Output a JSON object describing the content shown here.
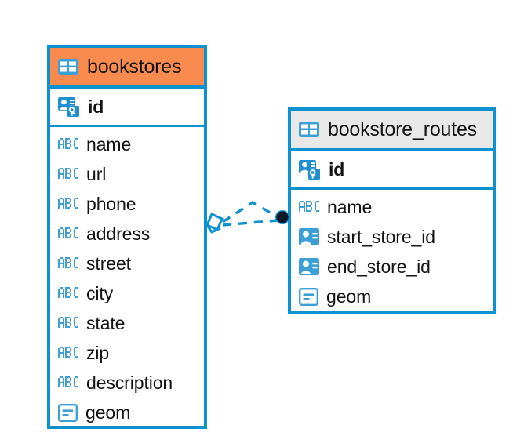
{
  "diagram": {
    "type": "entity-relationship-diagram",
    "colors": {
      "border": "#0d91d1",
      "header_bookstores": "#f98b4f",
      "header_bookstore_routes": "#e8e8e8",
      "icon_blue": "#3d9fd8",
      "icon_blue_solid": "#3d9fd8",
      "text": "#131313",
      "connector": "#0d91d1",
      "connector_endpoint_fill": "#0d1a2b",
      "background": "#ffffff"
    }
  },
  "tables": [
    {
      "id": "bookstores",
      "name": "bookstores",
      "header_icon": "table-icon",
      "primary_key": {
        "name": "id",
        "icon": "primary-key-icon"
      },
      "fields": [
        {
          "name": "name",
          "icon": "abc-text-icon"
        },
        {
          "name": "url",
          "icon": "abc-text-icon"
        },
        {
          "name": "phone",
          "icon": "abc-text-icon"
        },
        {
          "name": "address",
          "icon": "abc-text-icon"
        },
        {
          "name": "street",
          "icon": "abc-text-icon"
        },
        {
          "name": "city",
          "icon": "abc-text-icon"
        },
        {
          "name": "state",
          "icon": "abc-text-icon"
        },
        {
          "name": "zip",
          "icon": "abc-text-icon"
        },
        {
          "name": "description",
          "icon": "abc-text-icon"
        },
        {
          "name": "geom",
          "icon": "geometry-icon"
        }
      ]
    },
    {
      "id": "bookstore_routes",
      "name": "bookstore_routes",
      "header_icon": "table-icon",
      "primary_key": {
        "name": "id",
        "icon": "primary-key-icon"
      },
      "fields": [
        {
          "name": "name",
          "icon": "abc-text-icon"
        },
        {
          "name": "start_store_id",
          "icon": "foreign-key-icon"
        },
        {
          "name": "end_store_id",
          "icon": "foreign-key-icon"
        },
        {
          "name": "geom",
          "icon": "geometry-icon"
        }
      ]
    }
  ],
  "relationship": {
    "from_table": "bookstores",
    "to_table": "bookstore_routes",
    "line_style": "dashed",
    "source_marker": "diamond-marker",
    "target_marker": "filled-circle-marker"
  }
}
